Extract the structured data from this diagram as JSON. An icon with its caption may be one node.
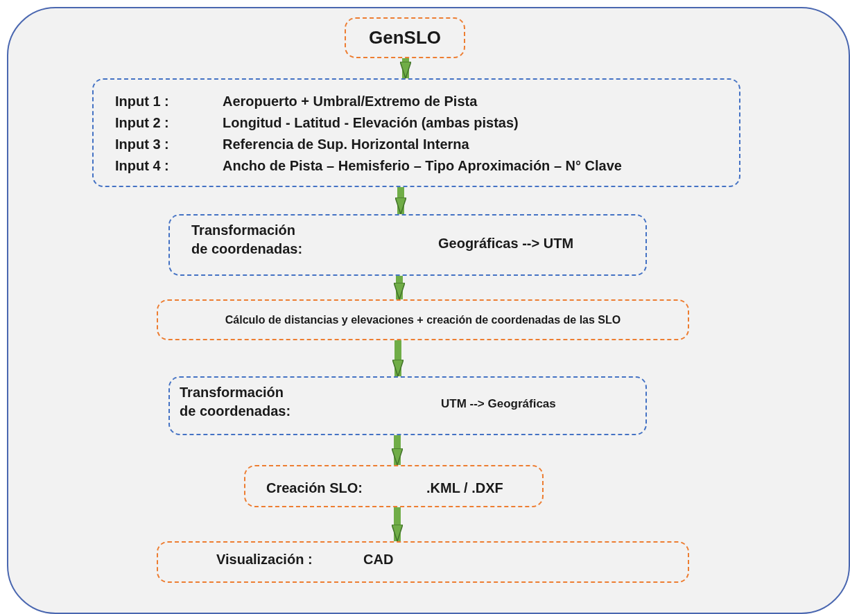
{
  "diagram": {
    "nodes": [
      {
        "text": [],
        "shape": "box"
      },
      {
        "text": [
          "GenSLO"
        ],
        "in": 0
      },
      {
        "text": [
          "Input 1 :",
          "Aeropuerto + Umbral/Extremo de Pista",
          "Input 2 :",
          "Longitud - Latitud - Elevación (ambas pistas)",
          "Input 3 :",
          "Referencia de Sup. Horizontal Interna",
          "Input 4 :",
          "Ancho de Pista – Hemisferio – Tipo Aproximación – N° Clave"
        ],
        "in": 0
      },
      {
        "text": [
          "Transformación de coordenadas:",
          "Geográficas --> UTM"
        ],
        "in": 0
      },
      {
        "text": [
          "Cálculo de distancias y elevaciones + creación de coordenadas de las SLO"
        ],
        "in": 0
      },
      {
        "text": [
          "Transformación de coordenadas:",
          "UTM --> Geográficas"
        ],
        "in": 0
      },
      {
        "text": [
          "Creación SLO:",
          ".KML / .DXF"
        ],
        "in": 0
      },
      {
        "text": [
          "Visualización :",
          "CAD"
        ],
        "in": 0
      }
    ],
    "edges": [
      {
        "from": 1,
        "to": 2,
        "arrow": "to"
      },
      {
        "from": 2,
        "to": 3,
        "arrow": "to"
      },
      {
        "from": 3,
        "to": 4,
        "arrow": "to"
      },
      {
        "from": 4,
        "to": 5,
        "arrow": "to"
      },
      {
        "from": 5,
        "to": 6,
        "arrow": "to"
      },
      {
        "from": 6,
        "to": 7,
        "arrow": "to"
      }
    ]
  }
}
